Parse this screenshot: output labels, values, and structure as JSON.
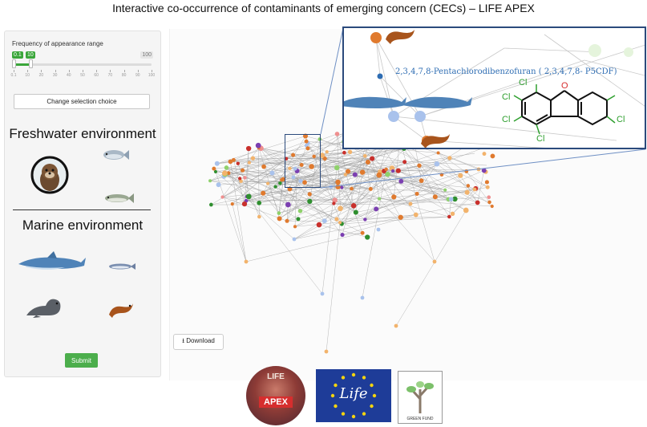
{
  "title": "Interactive co-occurrence of contaminants of emerging concern (CECs) – LIFE APEX",
  "sidebar": {
    "range_label": "Frequency of appearance range",
    "range_min_badge": "0.1",
    "range_max_value_badge": "10",
    "range_max_badge": "100",
    "range_ticks": [
      "0.1",
      "10",
      "20",
      "30",
      "40",
      "50",
      "60",
      "70",
      "80",
      "90",
      "100"
    ],
    "change_button": "Change selection choice",
    "freshwater_heading": "Freshwater environment",
    "marine_heading": "Marine environment",
    "freshwater_icons": [
      "otter-icon",
      "fish-icon",
      "fish-icon"
    ],
    "marine_icons": [
      "dolphin-icon",
      "fish-icon",
      "seal-icon",
      "eel-icon"
    ],
    "submit_button": "Submit"
  },
  "network": {
    "download_button": "Download",
    "download_icon": "download-icon",
    "node_colors": {
      "orange": "#e07a2e",
      "light_orange": "#f2b36c",
      "green": "#8fd16b",
      "dark_green": "#2f8f2f",
      "light_blue": "#a9c2ec",
      "red": "#c9302c",
      "purple": "#7b3fb1",
      "pink": "#ef8f8f"
    },
    "inset": {
      "compound_label": "2,3,4,7,8-Pentachlorodibenzofuran ( 2,3,4,7,8- P5CDF)",
      "chlorine_labels": [
        "Cl",
        "Cl",
        "Cl",
        "Cl",
        "Cl"
      ],
      "oxygen_label": "O"
    }
  },
  "logos": {
    "apex_life_text": "LIFE",
    "apex_text": "APEX",
    "eu_life_text": "Life",
    "green_fund_text": "GREEN FUND"
  }
}
